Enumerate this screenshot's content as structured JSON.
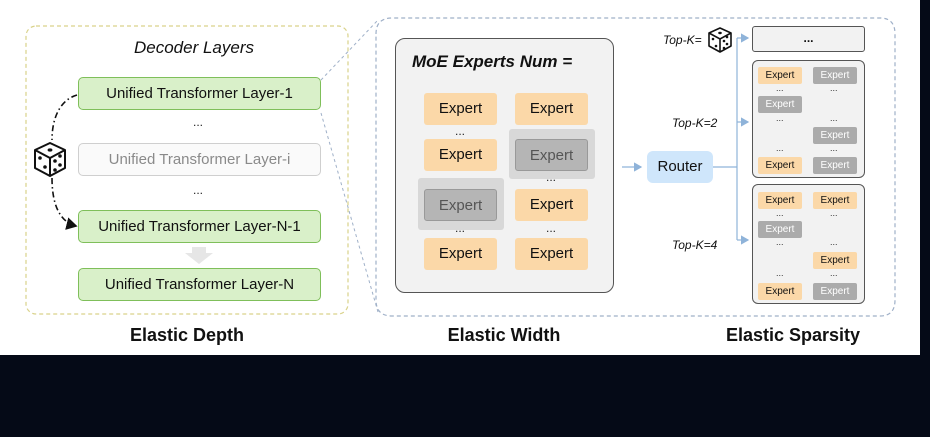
{
  "depth": {
    "header": "Decoder Layers",
    "layers": [
      "Unified  Transformer Layer-1",
      "Unified  Transformer Layer-i",
      "Unified  Transformer Layer-N-1",
      "Unified  Transformer Layer-N"
    ],
    "ellipsis": "...",
    "caption": "Elastic Depth"
  },
  "width": {
    "header": "MoE Experts Num =",
    "expert_label": "Expert",
    "ellipsis": "...",
    "caption": "Elastic Width"
  },
  "sparsity": {
    "router_label": "Router",
    "topk_dice_label": "Top-K=",
    "topk2_label": "Top-K=2",
    "topk4_label": "Top-K=4",
    "top_box_text": "...",
    "expert_label": "Expert",
    "ellipsis": "...",
    "caption": "Elastic Sparsity"
  },
  "colors": {
    "layer_fill": "#d9f0c9",
    "layer_border": "#7fbf5a",
    "expert_fill": "#fbd8a8",
    "expert_inactive": "#b5b5b5",
    "router_fill": "#cfe6fb",
    "dashed_frame": "#b8c3d6",
    "background": "#050a17"
  },
  "icons": [
    "dice-icon",
    "down-arrow-icon",
    "right-arrow-icon"
  ]
}
